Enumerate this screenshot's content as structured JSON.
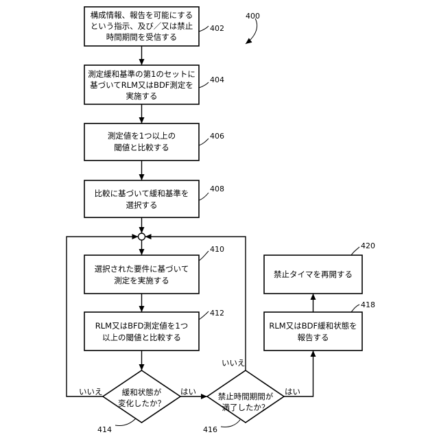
{
  "figure_number": "400",
  "steps": {
    "s402": {
      "ref": "402",
      "lines": [
        "構成情報、報告を可能にする",
        "という指示、及び／又は禁止",
        "時間期間を受信する"
      ]
    },
    "s404": {
      "ref": "404",
      "lines": [
        "測定緩和基準の第1のセットに",
        "基づいてRLM又はBDF測定を",
        "実施する"
      ]
    },
    "s406": {
      "ref": "406",
      "lines": [
        "測定値を1つ以上の",
        "閾値と比較する"
      ]
    },
    "s408": {
      "ref": "408",
      "lines": [
        "比較に基づいて緩和基準を",
        "選択する"
      ]
    },
    "s410": {
      "ref": "410",
      "lines": [
        "選択された要件に基づいて",
        "測定を実施する"
      ]
    },
    "s412": {
      "ref": "412",
      "lines": [
        "RLM又はBFD測定値を1つ",
        "以上の閾値と比較する"
      ]
    },
    "d414": {
      "ref": "414",
      "lines": [
        "緩和状態が",
        "変化したか？"
      ],
      "no": "いいえ",
      "yes": "はい"
    },
    "d416": {
      "ref": "416",
      "lines": [
        "禁止時間期間が",
        "満了したか？"
      ],
      "no": "いいえ",
      "yes": "はい"
    },
    "s418": {
      "ref": "418",
      "lines": [
        "RLM又はBDF緩和状態を",
        "報告する"
      ]
    },
    "s420": {
      "ref": "420",
      "lines": [
        "禁止タイマを再開する"
      ]
    }
  }
}
